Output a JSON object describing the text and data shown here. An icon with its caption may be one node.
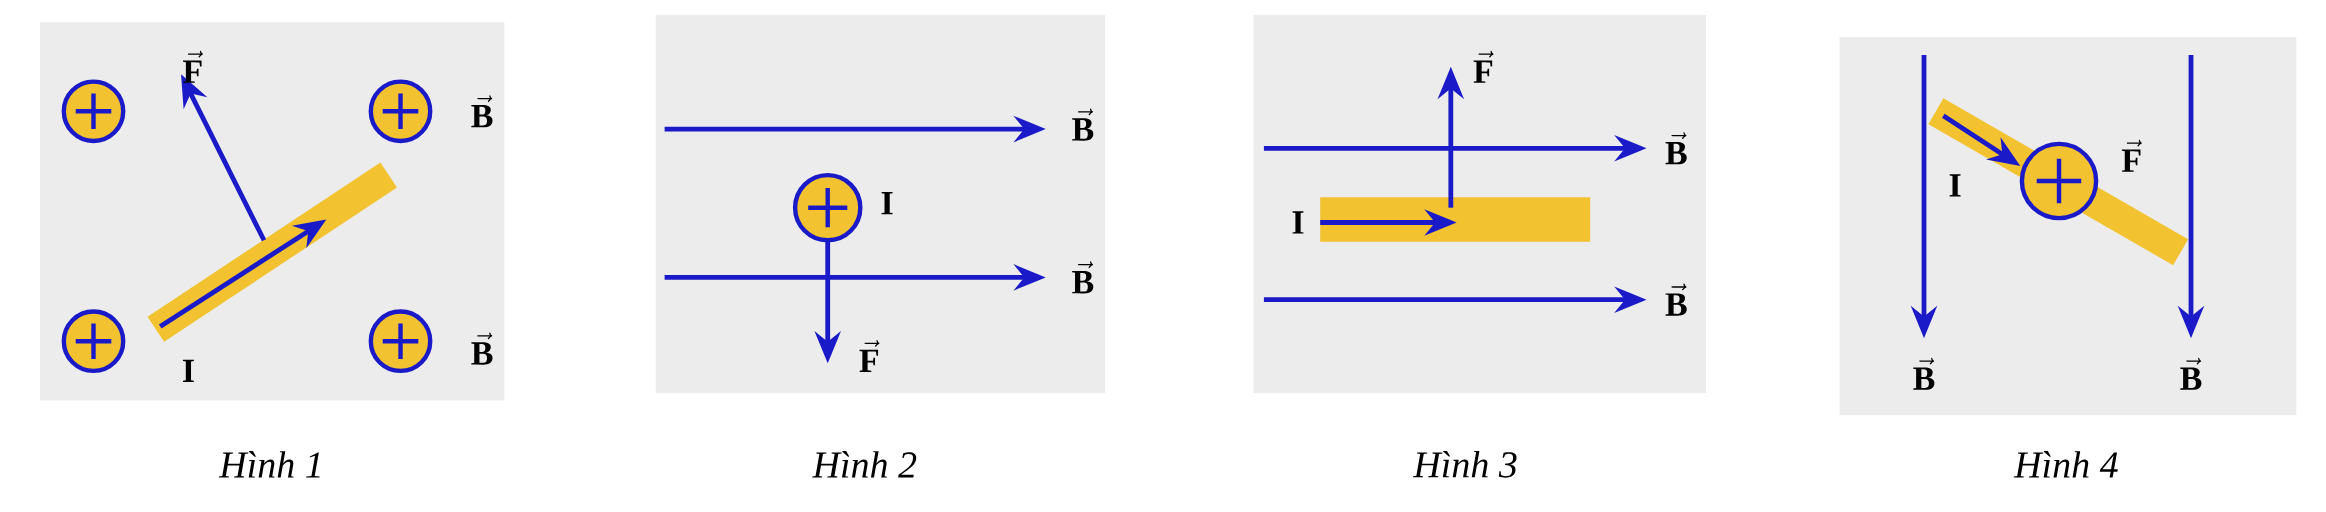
{
  "diagram": {
    "nodes": [
      {
        "text": [
          "Hình 1"
        ]
      },
      {
        "text": [
          "Hình 2"
        ]
      },
      {
        "text": [
          "Hình 3"
        ]
      },
      {
        "text": [
          "Hình 4"
        ]
      }
    ],
    "labels": [
      "\\vec{\\mathbf{F}}",
      "\\vec{\\mathbf{B}}",
      "\\vec{\\mathbf{B}}",
      "\\mathbf{I}",
      "\\vec{\\mathbf{B}}",
      "\\mathbf{I}",
      "\\vec{\\mathbf{B}}",
      "\\vec{\\mathbf{F}}",
      "\\vec{\\mathbf{F}}",
      "\\vec{\\mathbf{B}}",
      "\\mathbf{I}",
      "\\vec{\\mathbf{B}}",
      "\\vec{\\mathbf{F}}",
      "\\mathbf{I}",
      "\\vec{\\mathbf{B}}",
      "\\vec{\\mathbf{B}}"
    ]
  }
}
